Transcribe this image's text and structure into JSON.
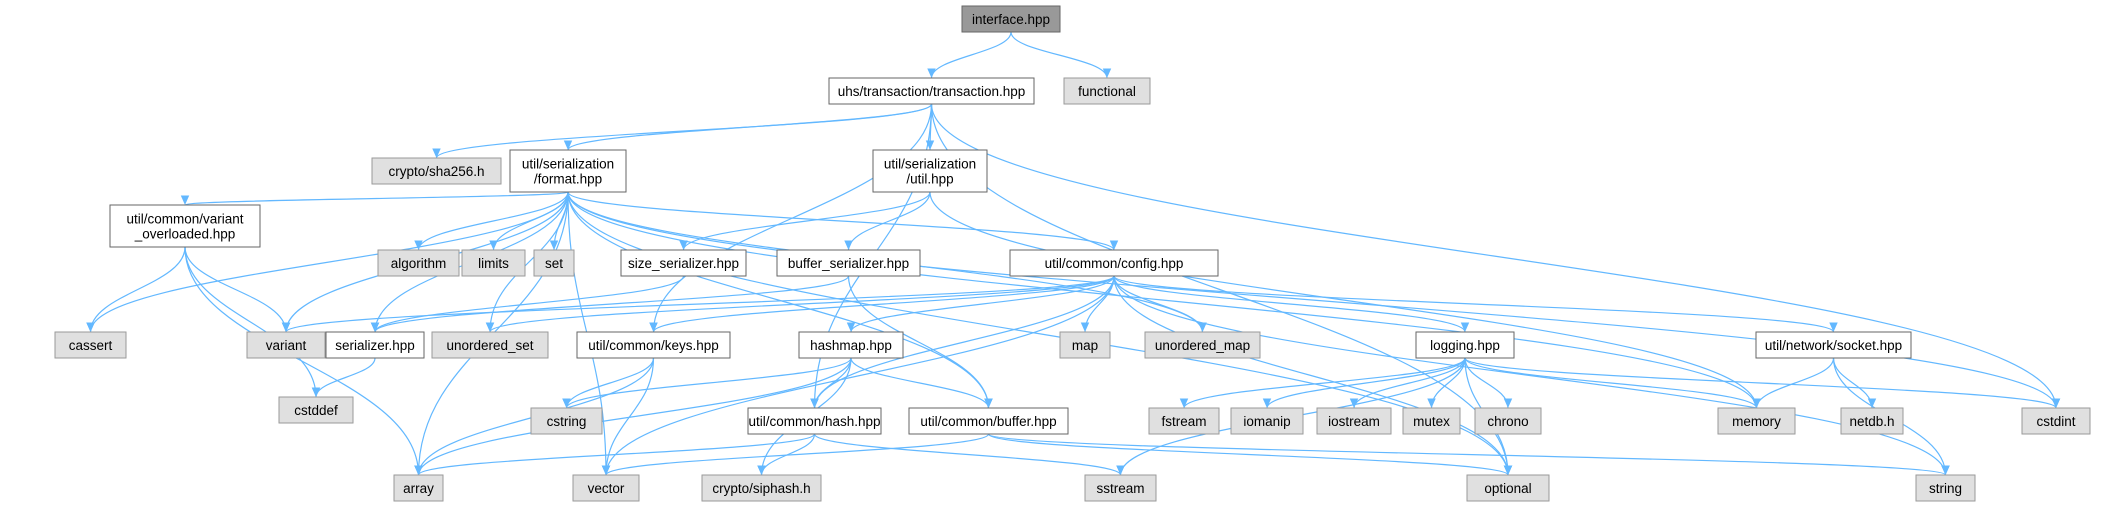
{
  "colors": {
    "root_fill": "#999999",
    "local_fill": "#ffffff",
    "local_border": "#666666",
    "system_fill": "#e0e0e0",
    "system_border": "#999999",
    "edge": "#63b8ff"
  },
  "nodes": {
    "interface": {
      "label": [
        "interface.hpp"
      ],
      "kind": "root"
    },
    "transaction": {
      "label": [
        "uhs/transaction/transaction.hpp"
      ],
      "kind": "local"
    },
    "functional": {
      "label": [
        "functional"
      ],
      "kind": "system"
    },
    "sha256": {
      "label": [
        "crypto/sha256.h"
      ],
      "kind": "system"
    },
    "format": {
      "label": [
        "util/serialization",
        "/format.hpp"
      ],
      "kind": "local"
    },
    "ser_util": {
      "label": [
        "util/serialization",
        "/util.hpp"
      ],
      "kind": "local"
    },
    "variant_overloaded": {
      "label": [
        "util/common/variant",
        "_overloaded.hpp"
      ],
      "kind": "local"
    },
    "algorithm": {
      "label": [
        "algorithm"
      ],
      "kind": "system"
    },
    "limits": {
      "label": [
        "limits"
      ],
      "kind": "system"
    },
    "set": {
      "label": [
        "set"
      ],
      "kind": "system"
    },
    "size_serializer": {
      "label": [
        "size_serializer.hpp"
      ],
      "kind": "local"
    },
    "buffer_serializer": {
      "label": [
        "buffer_serializer.hpp"
      ],
      "kind": "local"
    },
    "config": {
      "label": [
        "util/common/config.hpp"
      ],
      "kind": "local"
    },
    "cassert": {
      "label": [
        "cassert"
      ],
      "kind": "system"
    },
    "variant": {
      "label": [
        "variant"
      ],
      "kind": "system"
    },
    "serializer": {
      "label": [
        "serializer.hpp"
      ],
      "kind": "local"
    },
    "unordered_set": {
      "label": [
        "unordered_set"
      ],
      "kind": "system"
    },
    "keys": {
      "label": [
        "util/common/keys.hpp"
      ],
      "kind": "local"
    },
    "hashmap": {
      "label": [
        "hashmap.hpp"
      ],
      "kind": "local"
    },
    "map": {
      "label": [
        "map"
      ],
      "kind": "system"
    },
    "unordered_map": {
      "label": [
        "unordered_map"
      ],
      "kind": "system"
    },
    "logging": {
      "label": [
        "logging.hpp"
      ],
      "kind": "local"
    },
    "socket": {
      "label": [
        "util/network/socket.hpp"
      ],
      "kind": "local"
    },
    "cstddef": {
      "label": [
        "cstddef"
      ],
      "kind": "system"
    },
    "cstring": {
      "label": [
        "cstring"
      ],
      "kind": "system"
    },
    "hash": {
      "label": [
        "util/common/hash.hpp"
      ],
      "kind": "local"
    },
    "buffer": {
      "label": [
        "util/common/buffer.hpp"
      ],
      "kind": "local"
    },
    "fstream": {
      "label": [
        "fstream"
      ],
      "kind": "system"
    },
    "iomanip": {
      "label": [
        "iomanip"
      ],
      "kind": "system"
    },
    "iostream": {
      "label": [
        "iostream"
      ],
      "kind": "system"
    },
    "mutex": {
      "label": [
        "mutex"
      ],
      "kind": "system"
    },
    "chrono": {
      "label": [
        "chrono"
      ],
      "kind": "system"
    },
    "memory": {
      "label": [
        "memory"
      ],
      "kind": "system"
    },
    "netdb": {
      "label": [
        "netdb.h"
      ],
      "kind": "system"
    },
    "cstdint": {
      "label": [
        "cstdint"
      ],
      "kind": "system"
    },
    "array": {
      "label": [
        "array"
      ],
      "kind": "system"
    },
    "vector": {
      "label": [
        "vector"
      ],
      "kind": "system"
    },
    "siphash": {
      "label": [
        "crypto/siphash.h"
      ],
      "kind": "system"
    },
    "sstream": {
      "label": [
        "sstream"
      ],
      "kind": "system"
    },
    "optional": {
      "label": [
        "optional"
      ],
      "kind": "system"
    },
    "string": {
      "label": [
        "string"
      ],
      "kind": "system"
    }
  },
  "edges": [
    [
      "interface",
      "transaction"
    ],
    [
      "interface",
      "functional"
    ],
    [
      "transaction",
      "sha256"
    ],
    [
      "transaction",
      "format"
    ],
    [
      "transaction",
      "ser_util"
    ],
    [
      "transaction",
      "keys"
    ],
    [
      "transaction",
      "hash"
    ],
    [
      "transaction",
      "cstdint"
    ],
    [
      "transaction",
      "optional"
    ],
    [
      "format",
      "variant_overloaded"
    ],
    [
      "format",
      "algorithm"
    ],
    [
      "format",
      "limits"
    ],
    [
      "format",
      "set"
    ],
    [
      "format",
      "config"
    ],
    [
      "format",
      "cassert"
    ],
    [
      "format",
      "variant"
    ],
    [
      "format",
      "serializer"
    ],
    [
      "format",
      "unordered_set"
    ],
    [
      "format",
      "unordered_map"
    ],
    [
      "format",
      "buffer"
    ],
    [
      "format",
      "array"
    ],
    [
      "format",
      "vector"
    ],
    [
      "format",
      "memory"
    ],
    [
      "format",
      "cstdint"
    ],
    [
      "format",
      "optional"
    ],
    [
      "ser_util",
      "size_serializer"
    ],
    [
      "ser_util",
      "buffer_serializer"
    ],
    [
      "ser_util",
      "memory"
    ],
    [
      "variant_overloaded",
      "cassert"
    ],
    [
      "variant_overloaded",
      "variant"
    ],
    [
      "variant_overloaded",
      "cstddef"
    ],
    [
      "variant_overloaded",
      "array"
    ],
    [
      "size_serializer",
      "serializer"
    ],
    [
      "buffer_serializer",
      "serializer"
    ],
    [
      "buffer_serializer",
      "buffer"
    ],
    [
      "config",
      "variant"
    ],
    [
      "config",
      "unordered_set"
    ],
    [
      "config",
      "keys"
    ],
    [
      "config",
      "hashmap"
    ],
    [
      "config",
      "map"
    ],
    [
      "config",
      "unordered_map"
    ],
    [
      "config",
      "logging"
    ],
    [
      "config",
      "socket"
    ],
    [
      "config",
      "hash"
    ],
    [
      "config",
      "vector"
    ],
    [
      "config",
      "optional"
    ],
    [
      "config",
      "string"
    ],
    [
      "serializer",
      "cstddef"
    ],
    [
      "keys",
      "cstring"
    ],
    [
      "keys",
      "array"
    ],
    [
      "keys",
      "vector"
    ],
    [
      "hashmap",
      "cstring"
    ],
    [
      "hashmap",
      "hash"
    ],
    [
      "hashmap",
      "buffer"
    ],
    [
      "hashmap",
      "siphash"
    ],
    [
      "hashmap",
      "array"
    ],
    [
      "logging",
      "fstream"
    ],
    [
      "logging",
      "iomanip"
    ],
    [
      "logging",
      "iostream"
    ],
    [
      "logging",
      "mutex"
    ],
    [
      "logging",
      "chrono"
    ],
    [
      "logging",
      "memory"
    ],
    [
      "logging",
      "cstdint"
    ],
    [
      "logging",
      "optional"
    ],
    [
      "logging",
      "sstream"
    ],
    [
      "socket",
      "memory"
    ],
    [
      "socket",
      "netdb"
    ],
    [
      "socket",
      "string"
    ],
    [
      "hash",
      "array"
    ],
    [
      "hash",
      "siphash"
    ],
    [
      "hash",
      "sstream"
    ],
    [
      "buffer",
      "vector"
    ],
    [
      "buffer",
      "optional"
    ],
    [
      "buffer",
      "string"
    ]
  ]
}
